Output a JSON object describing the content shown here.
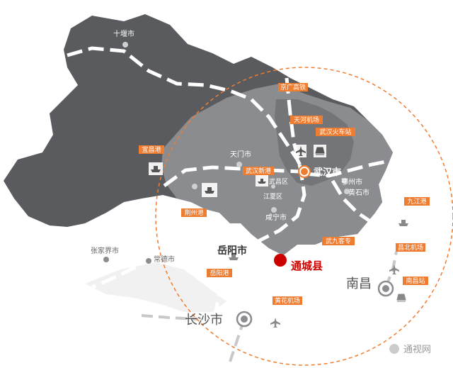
{
  "cities": {
    "shiyan": "十堰市",
    "tianmen": "天门市",
    "wuhan": "武汉市",
    "ezhou": "鄂州市",
    "huangshi": "黄石市",
    "wuchang": "武昌区",
    "jiangxia": "江夏区",
    "xianning": "咸宁市",
    "yueyang": "岳阳市",
    "tongcheng": "通城县",
    "zhangjiajie": "张家界市",
    "changde": "常德市",
    "changsha": "长沙市",
    "nanchang": "南昌"
  },
  "tags": {
    "jingguang": "京广高铁",
    "tianhe": "天河机场",
    "wuhan_station": "武汉火车站",
    "yichang_port": "宜昌港",
    "wuhan_port": "武汉新港",
    "jingzhou_port": "荆州港",
    "jiujiang_port": "九江港",
    "changbei_airport": "昌北机场",
    "wujiu": "武九客专",
    "yueyang_port": "岳阳港",
    "huanghua_airport": "黄花机场",
    "nanchang_station": "南昌站"
  },
  "watermark": "通视网",
  "colors": {
    "map_dark": "#595b5e",
    "map_light": "#8a8c8f",
    "accent_orange": "#ef7d31",
    "highlight_red": "#cc0000"
  }
}
